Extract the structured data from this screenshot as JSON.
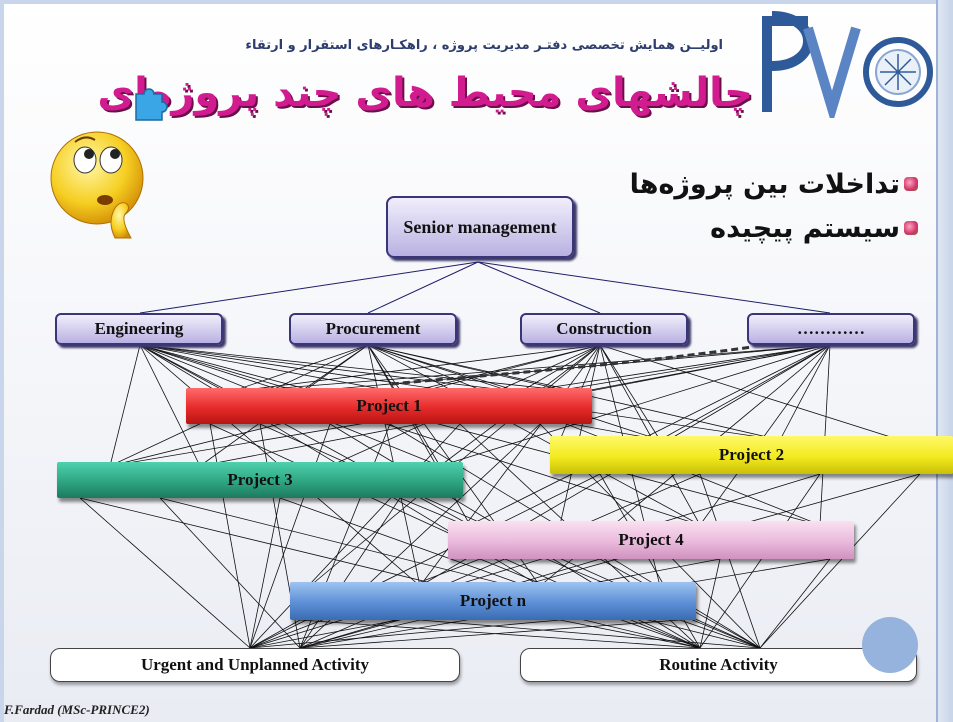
{
  "header": {
    "subtitle": "اولیــن همایش تخصصی دفتـر مدیریت پروژه ، راهکـارهای استقرار و ارتقاء",
    "title": "چالشهای محیط های چند پروژه‌ای"
  },
  "bullets": [
    {
      "text": "تداخلات بین پروژه‌ها"
    },
    {
      "text": "سیستم پیچیده"
    }
  ],
  "org_chart": {
    "senior": "Senior management",
    "departments": [
      "Engineering",
      "Procurement",
      "Construction",
      "…………"
    ],
    "projects": {
      "p1": "Project 1",
      "p2": "Project 2",
      "p3": "Project 3",
      "p4": "Project 4",
      "pn": "Project n"
    },
    "activities": [
      "Urgent and Unplanned Activity",
      "Routine Activity"
    ]
  },
  "footer": {
    "author": "F.Fardad (MSc-PRINCE2)"
  },
  "colors": {
    "title": "#d11b8e",
    "project1": "#e62b2b",
    "project2": "#f3ea1f",
    "project3": "#2ea582",
    "project4": "#eab9dc",
    "projectn": "#5c8fd6",
    "logo_blue": "#2f5a9a"
  },
  "icons": {
    "logo": "pmo-logo-icon",
    "smiley": "thinking-smiley-icon",
    "puzzle": "puzzle-piece-icon",
    "bullet": "flower-bullet-icon"
  }
}
